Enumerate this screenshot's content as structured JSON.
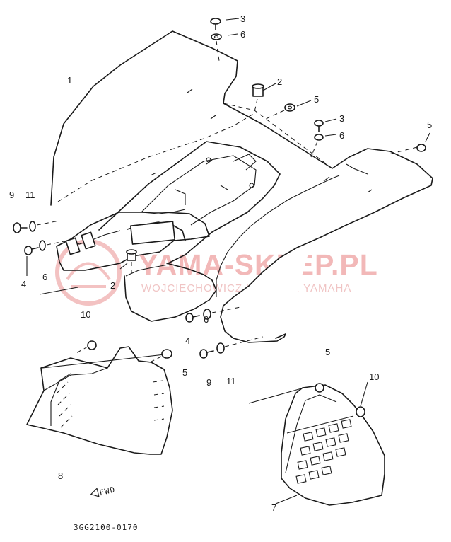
{
  "diagram": {
    "callouts": [
      {
        "id": "c1",
        "text": "1"
      },
      {
        "id": "c2a",
        "text": "2"
      },
      {
        "id": "c2b",
        "text": "2"
      },
      {
        "id": "c3a",
        "text": "3"
      },
      {
        "id": "c3b",
        "text": "3"
      },
      {
        "id": "c4a",
        "text": "4"
      },
      {
        "id": "c4b",
        "text": "4"
      },
      {
        "id": "c5a",
        "text": "5"
      },
      {
        "id": "c5b",
        "text": "5"
      },
      {
        "id": "c5c",
        "text": "5"
      },
      {
        "id": "c5d",
        "text": "5"
      },
      {
        "id": "c6a",
        "text": "6"
      },
      {
        "id": "c6b",
        "text": "6"
      },
      {
        "id": "c6c",
        "text": "6"
      },
      {
        "id": "c6d",
        "text": "6"
      },
      {
        "id": "c7",
        "text": "7"
      },
      {
        "id": "c8",
        "text": "8"
      },
      {
        "id": "c9a",
        "text": "9"
      },
      {
        "id": "c9b",
        "text": "9"
      },
      {
        "id": "c10a",
        "text": "10"
      },
      {
        "id": "c10b",
        "text": "10"
      },
      {
        "id": "c11a",
        "text": "11"
      },
      {
        "id": "c11b",
        "text": "11"
      }
    ],
    "fwd_mark": "FWD",
    "drawing_code": "3GG2100-0170"
  },
  "watermark": {
    "brand": "YAMA-SKLEP.PL",
    "dealer": "WOJCIECHOWICZ | DEALER YAMAHA"
  }
}
